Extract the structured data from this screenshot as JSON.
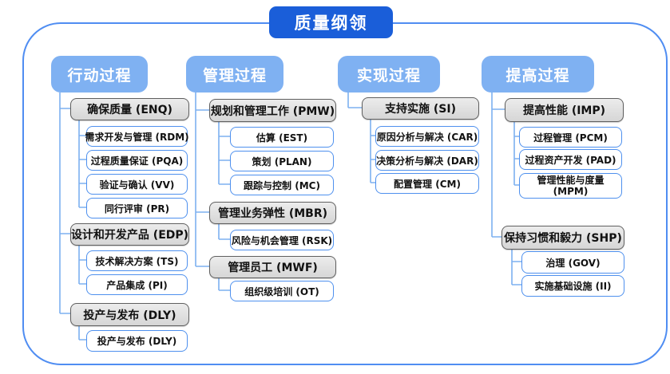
{
  "title": "质量纲领",
  "columns": [
    {
      "header": "行动过程",
      "groups": [
        {
          "label": "确保质量 (ENQ)",
          "children": [
            "需求开发与管理 (RDM)",
            "过程质量保证 (PQA)",
            "验证与确认 (VV)",
            "同行评审 (PR)"
          ]
        },
        {
          "label": "设计和开发产品 (EDP)",
          "children": [
            "技术解决方案 (TS)",
            "产品集成 (PI)"
          ]
        },
        {
          "label": "投产与发布 (DLY)",
          "children": [
            "投产与发布 (DLY)"
          ]
        }
      ]
    },
    {
      "header": "管理过程",
      "groups": [
        {
          "label": "规划和管理工作 (PMW)",
          "children": [
            "估算 (EST)",
            "策划 (PLAN)",
            "跟踪与控制 (MC)"
          ]
        },
        {
          "label": "管理业务弹性 (MBR)",
          "children": [
            "风险与机会管理 (RSK)"
          ]
        },
        {
          "label": "管理员工 (MWF)",
          "children": [
            "组织级培训 (OT)"
          ]
        }
      ]
    },
    {
      "header": "实现过程",
      "groups": [
        {
          "label": "支持实施 (SI)",
          "children": [
            "原因分析与解决 (CAR)",
            "决策分析与解决 (DAR)",
            "配置管理 (CM)"
          ]
        }
      ]
    },
    {
      "header": "提高过程",
      "groups": [
        {
          "label": "提高性能 (IMP)",
          "children": [
            "过程管理 (PCM)",
            "过程资产开发 (PAD)",
            "管理性能与度量 (MPM)"
          ]
        },
        {
          "label": "保持习惯和毅力 (SHP)",
          "children": [
            "治理 (GOV)",
            "实施基础设施 (II)"
          ]
        }
      ]
    }
  ],
  "colors": {
    "title_bg": "#1a5ed9",
    "header_bg": "#7fb1f2",
    "frame_border": "#4f8df2",
    "connector": "#7db0f0",
    "gray_node_bg": "#d9d9d9",
    "gray_node_border": "#5f5f5f",
    "white_node_border": "#4e90ee"
  }
}
